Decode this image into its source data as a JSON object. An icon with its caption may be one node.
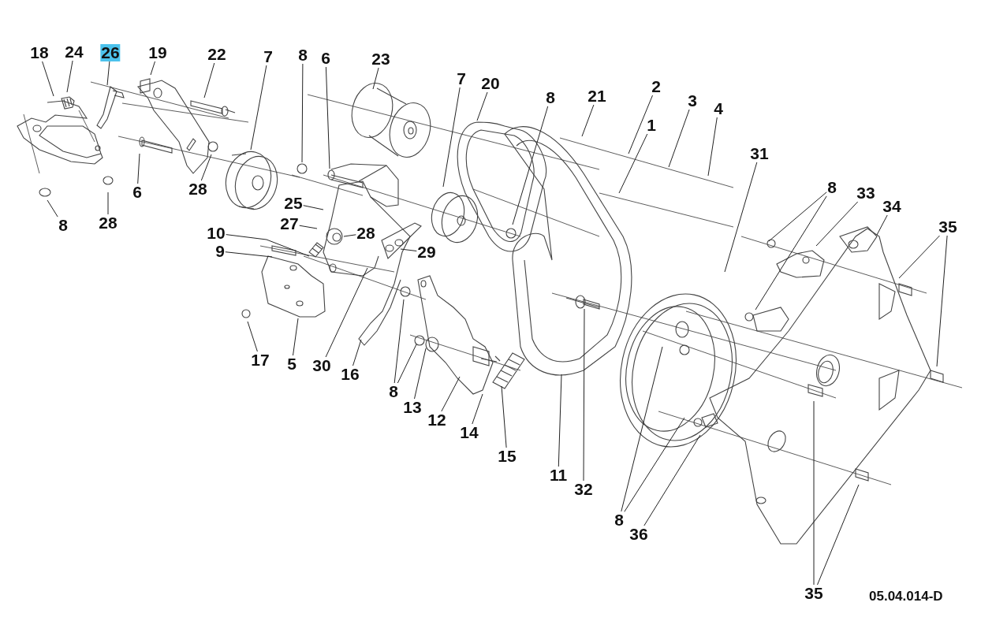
{
  "diagram": {
    "nodes": [
      {
        "text": [
          "18"
        ]
      },
      {
        "text": [
          "24"
        ]
      },
      {
        "text": [
          "26"
        ]
      },
      {
        "text": [
          "19"
        ]
      },
      {
        "text": [
          "22"
        ]
      },
      {
        "text": [
          "7"
        ]
      },
      {
        "text": [
          "8"
        ]
      },
      {
        "text": [
          "6"
        ]
      },
      {
        "text": [
          "23"
        ]
      },
      {
        "text": [
          "7"
        ]
      },
      {
        "text": [
          "20"
        ]
      },
      {
        "text": [
          "8"
        ]
      },
      {
        "text": [
          "21"
        ]
      },
      {
        "text": [
          "2"
        ]
      },
      {
        "text": [
          "1"
        ]
      },
      {
        "text": [
          "3"
        ]
      },
      {
        "text": [
          "4"
        ]
      },
      {
        "text": [
          "31"
        ]
      },
      {
        "text": [
          "8"
        ]
      },
      {
        "text": [
          "33"
        ]
      },
      {
        "text": [
          "34"
        ]
      },
      {
        "text": [
          "35"
        ]
      },
      {
        "text": [
          "28"
        ]
      },
      {
        "text": [
          "8"
        ]
      },
      {
        "text": [
          "6"
        ]
      },
      {
        "text": [
          "28"
        ]
      },
      {
        "text": [
          "25"
        ]
      },
      {
        "text": [
          "27"
        ]
      },
      {
        "text": [
          "28"
        ]
      },
      {
        "text": [
          "10"
        ]
      },
      {
        "text": [
          "9"
        ]
      },
      {
        "text": [
          "29"
        ]
      },
      {
        "text": [
          "17"
        ]
      },
      {
        "text": [
          "5"
        ]
      },
      {
        "text": [
          "30"
        ]
      },
      {
        "text": [
          "16"
        ]
      },
      {
        "text": [
          "8"
        ]
      },
      {
        "text": [
          "13"
        ]
      },
      {
        "text": [
          "12"
        ]
      },
      {
        "text": [
          "14"
        ]
      },
      {
        "text": [
          "15"
        ]
      },
      {
        "text": [
          "11"
        ]
      },
      {
        "text": [
          "32"
        ]
      },
      {
        "text": [
          "8"
        ]
      },
      {
        "text": [
          "36"
        ]
      },
      {
        "text": [
          "35"
        ]
      }
    ],
    "edges": [
      {
        "from": 0,
        "to": null,
        "arrow": "none"
      },
      {
        "from": 1,
        "to": null,
        "arrow": "none"
      },
      {
        "from": 2,
        "to": null,
        "arrow": "none"
      },
      {
        "from": 3,
        "to": null,
        "arrow": "none"
      },
      {
        "from": 4,
        "to": null,
        "arrow": "none"
      },
      {
        "from": 5,
        "to": null,
        "arrow": "none"
      },
      {
        "from": 6,
        "to": null,
        "arrow": "none"
      },
      {
        "from": 7,
        "to": null,
        "arrow": "none"
      },
      {
        "from": 8,
        "to": null,
        "arrow": "none"
      },
      {
        "from": 9,
        "to": null,
        "arrow": "none"
      },
      {
        "from": 10,
        "to": null,
        "arrow": "none"
      },
      {
        "from": 11,
        "to": null,
        "arrow": "none"
      },
      {
        "from": 12,
        "to": null,
        "arrow": "none"
      },
      {
        "from": 13,
        "to": null,
        "arrow": "none"
      },
      {
        "from": 14,
        "to": null,
        "arrow": "none"
      },
      {
        "from": 15,
        "to": null,
        "arrow": "none"
      },
      {
        "from": 16,
        "to": null,
        "arrow": "none"
      },
      {
        "from": 17,
        "to": null,
        "arrow": "none"
      },
      {
        "from": 18,
        "to": null,
        "arrow": "none"
      },
      {
        "from": 18,
        "to": null,
        "arrow": "none"
      },
      {
        "from": 19,
        "to": null,
        "arrow": "none"
      },
      {
        "from": 20,
        "to": null,
        "arrow": "none"
      },
      {
        "from": 21,
        "to": null,
        "arrow": "none"
      },
      {
        "from": 21,
        "to": null,
        "arrow": "none"
      },
      {
        "from": 22,
        "to": null,
        "arrow": "none"
      },
      {
        "from": 23,
        "to": null,
        "arrow": "none"
      },
      {
        "from": 24,
        "to": null,
        "arrow": "none"
      },
      {
        "from": 25,
        "to": null,
        "arrow": "none"
      },
      {
        "from": 26,
        "to": null,
        "arrow": "none"
      },
      {
        "from": 27,
        "to": null,
        "arrow": "none"
      },
      {
        "from": 28,
        "to": null,
        "arrow": "none"
      },
      {
        "from": 29,
        "to": null,
        "arrow": "none"
      },
      {
        "from": 30,
        "to": null,
        "arrow": "none"
      },
      {
        "from": 31,
        "to": null,
        "arrow": "none"
      },
      {
        "from": 32,
        "to": null,
        "arrow": "none"
      },
      {
        "from": 33,
        "to": null,
        "arrow": "none"
      },
      {
        "from": 34,
        "to": null,
        "arrow": "none"
      },
      {
        "from": 35,
        "to": null,
        "arrow": "none"
      },
      {
        "from": 36,
        "to": null,
        "arrow": "none"
      },
      {
        "from": 36,
        "to": null,
        "arrow": "none"
      },
      {
        "from": 37,
        "to": null,
        "arrow": "none"
      },
      {
        "from": 38,
        "to": null,
        "arrow": "none"
      },
      {
        "from": 39,
        "to": null,
        "arrow": "none"
      },
      {
        "from": 40,
        "to": null,
        "arrow": "none"
      },
      {
        "from": 41,
        "to": null,
        "arrow": "none"
      },
      {
        "from": 42,
        "to": null,
        "arrow": "none"
      },
      {
        "from": 43,
        "to": null,
        "arrow": "none"
      },
      {
        "from": 43,
        "to": null,
        "arrow": "none"
      },
      {
        "from": 44,
        "to": null,
        "arrow": "none"
      },
      {
        "from": 45,
        "to": null,
        "arrow": "none"
      },
      {
        "from": 45,
        "to": null,
        "arrow": "none"
      }
    ],
    "labels": [
      "05.04.014-D"
    ]
  }
}
